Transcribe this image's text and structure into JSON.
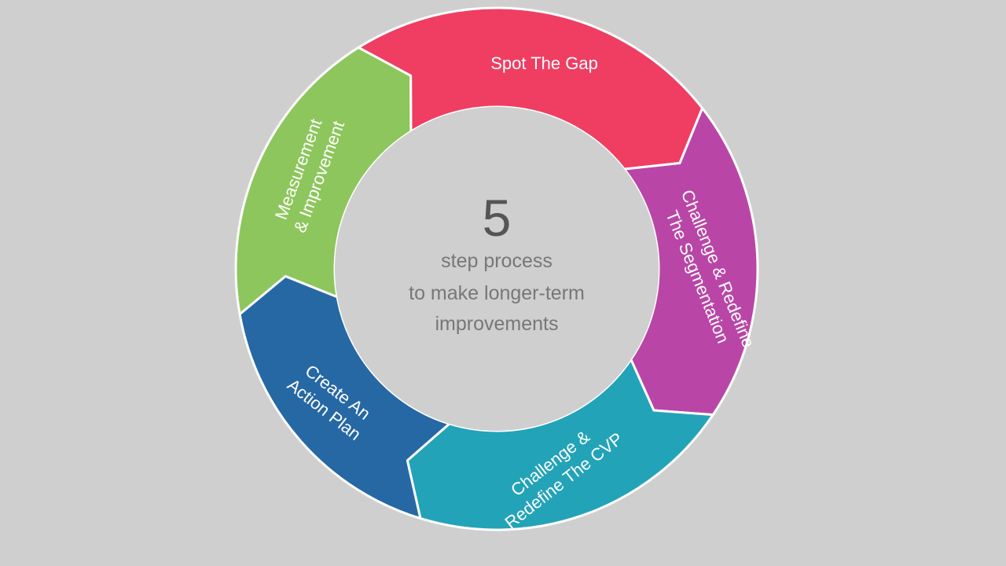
{
  "diagram": {
    "center": {
      "number": "5",
      "lines": [
        "step process",
        "to make longer-term",
        "improvements"
      ]
    },
    "steps": [
      {
        "id": "spot-the-gap",
        "label_lines": [
          "Spot The Gap"
        ],
        "color": "#ef3e62"
      },
      {
        "id": "challenge-redefine-segmentation",
        "label_lines": [
          "Challenge & Redefine",
          "The Segmentation"
        ],
        "color": "#b946a6"
      },
      {
        "id": "challenge-redefine-cvp",
        "label_lines": [
          "Challenge &",
          "Redefine The CVP"
        ],
        "color": "#23a3b8"
      },
      {
        "id": "create-action-plan",
        "label_lines": [
          "Create An",
          "Action Plan"
        ],
        "color": "#2668a4"
      },
      {
        "id": "measurement-improvement",
        "label_lines": [
          "Measurement",
          "& Improvement"
        ],
        "color": "#8dc65c"
      }
    ]
  }
}
